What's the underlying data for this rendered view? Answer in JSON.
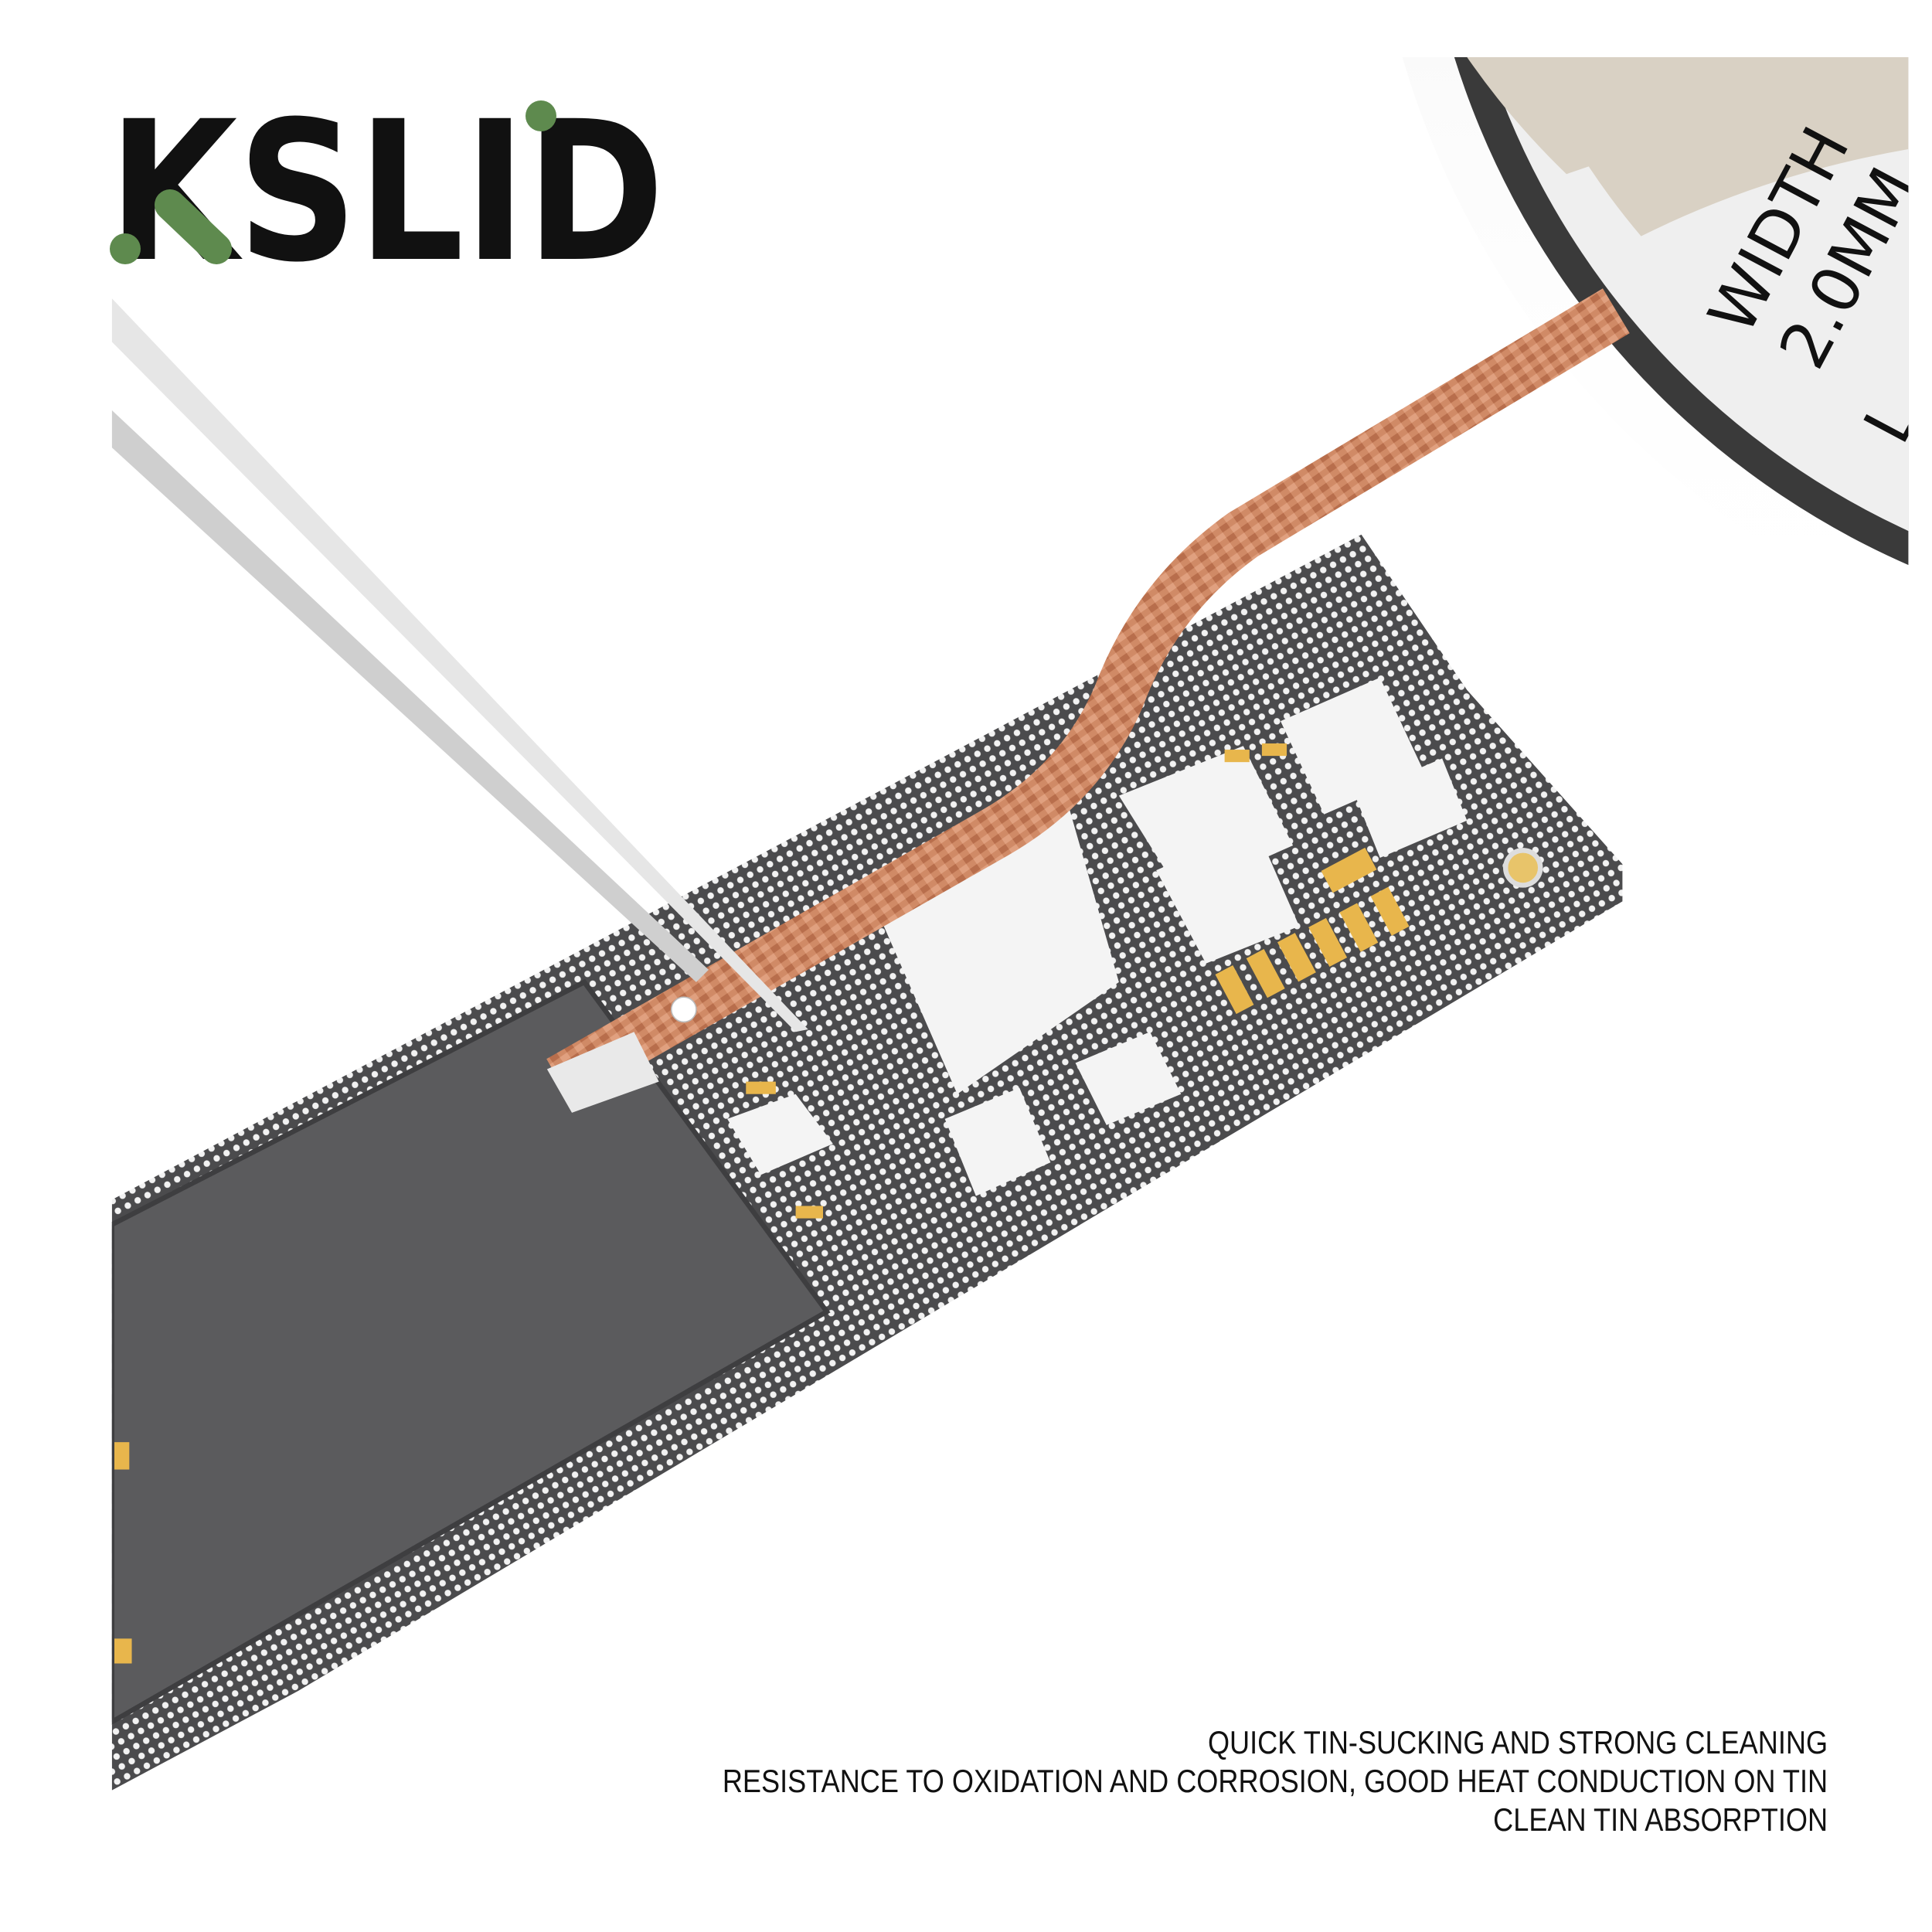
{
  "brand": {
    "logo_text": "KSLID",
    "accent_color": "#5e8a4e",
    "text_color": "#111111"
  },
  "spool": {
    "label_line1": "WIDTH",
    "label_line2": "2.0MM",
    "label_line3": "L"
  },
  "features": [
    "QUICK TIN-SUCKING AND STRONG CLEANING",
    "RESISTANCE TO OXIDATION AND CORROSION, GOOD HEAT CONDUCTION ON TIN",
    "CLEAN TIN ABSORPTION"
  ],
  "colors": {
    "board": "#4b4b4d",
    "chip": "#5b5b5d",
    "copper": "#d08a66",
    "spool_rim": "#3a3a3a",
    "spool_beige": "#d9d1c4",
    "gold": "#e8b64c"
  }
}
